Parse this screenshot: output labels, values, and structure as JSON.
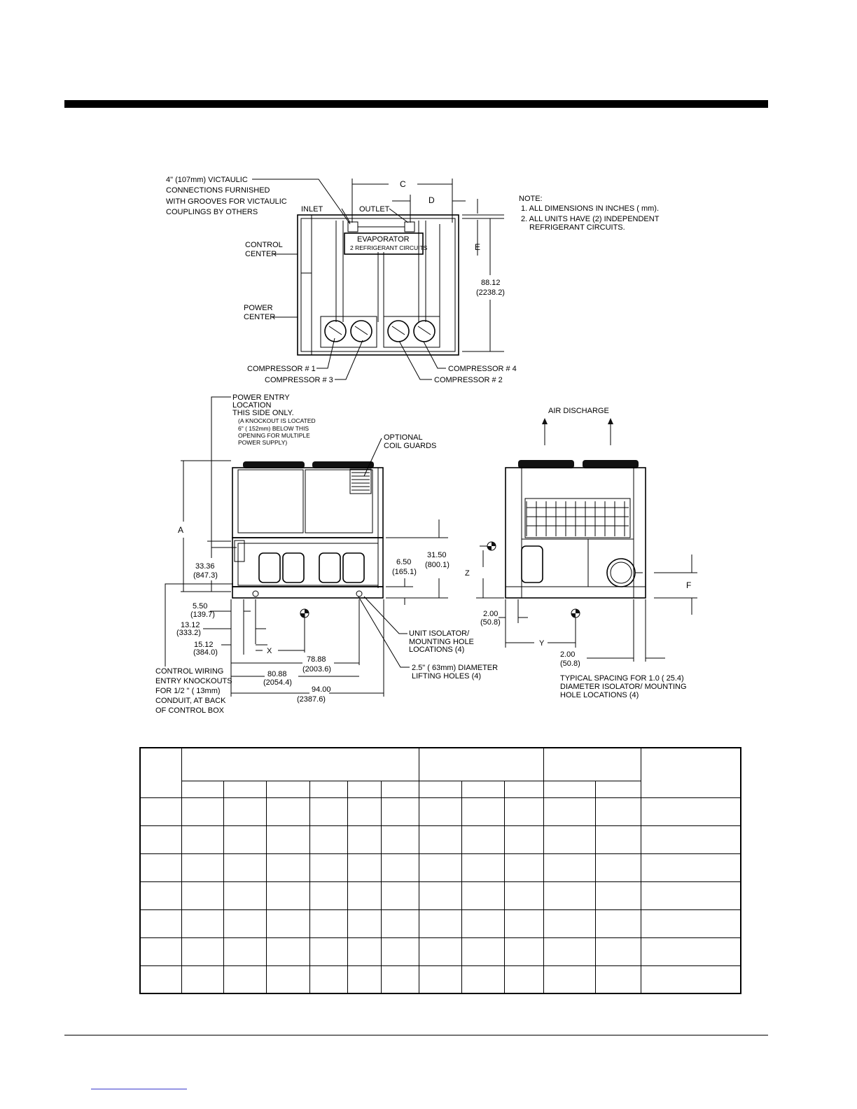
{
  "labels": {
    "victaulic": [
      "4\" (107mm) VICTAULIC",
      "CONNECTIONS FURNISHED",
      "WITH GROOVES FOR VICTAULIC",
      "COUPLINGS BY OTHERS"
    ],
    "inlet": "INLET",
    "outlet": "OUTLET",
    "dim_c": "C",
    "dim_d": "D",
    "dim_e": "E",
    "evaporator": "EVAPORATOR",
    "refrigerant_circuits": "2 REFRIGERANT CIRCUITS",
    "control_center": [
      "CONTROL",
      "CENTER"
    ],
    "power_center": [
      "POWER",
      "CENTER"
    ],
    "height_top": [
      "88.12",
      "(2238.2)"
    ],
    "compressor_1": "COMPRESSOR # 1",
    "compressor_2": "COMPRESSOR # 2",
    "compressor_3": "COMPRESSOR # 3",
    "compressor_4": "COMPRESSOR # 4",
    "note": [
      "NOTE:",
      "1. ALL DIMENSIONS IN INCHES ( mm).",
      "2. ALL UNITS HAVE (2) INDEPENDENT",
      "REFRIGERANT CIRCUITS."
    ],
    "power_entry": [
      "POWER ENTRY",
      "LOCATION",
      "THIS SIDE ONLY."
    ],
    "knockout_note": [
      "(A KNOCKOUT IS LOCATED",
      "6\" ( 152mm) BELOW THIS",
      "OPENING FOR MULTIPLE",
      "POWER SUPPLY)"
    ],
    "coil_guards": [
      "OPTIONAL",
      "COIL GUARDS"
    ],
    "air_discharge": "AIR DISCHARGE",
    "dim_a": "A",
    "dim_z": "Z",
    "dim_f": "F",
    "dim_x": "X",
    "dim_y": "Y",
    "d_33_36": [
      "33.36",
      "(847.3)"
    ],
    "d_6_50": [
      "6.50",
      "(165.1)"
    ],
    "d_31_50": [
      "31.50",
      "(800.1)"
    ],
    "d_5_50": [
      "5.50",
      "(139.7)"
    ],
    "d_13_12": [
      "13.12",
      "(333.2)"
    ],
    "d_15_12": [
      "15.12",
      "(384.0)"
    ],
    "d_78_88": [
      "78.88",
      "(2003.6)"
    ],
    "d_80_88": [
      "80.88",
      "(2054.4)"
    ],
    "d_94_00": [
      "94.00",
      "(2387.6)"
    ],
    "d_2_00_a": [
      "2.00",
      "(50.8)"
    ],
    "d_2_00_b": [
      "2.00",
      "(50.8)"
    ],
    "isolator": [
      "UNIT ISOLATOR/",
      "MOUNTING HOLE",
      "LOCATIONS (4)"
    ],
    "lifting": [
      "2.5\" ( 63mm) DIAMETER",
      "LIFTING HOLES (4)"
    ],
    "control_wiring": [
      "CONTROL WIRING",
      "ENTRY KNOCKOUTS",
      "FOR  1/2 \" ( 13mm)",
      "CONDUIT, AT BACK",
      "OF CONTROL BOX"
    ],
    "typical_spacing": [
      "TYPICAL SPACING FOR 1.0 ( 25.4)",
      "DIAMETER ISOLATOR/ MOUNTING",
      "HOLE LOCATIONS (4)"
    ]
  }
}
